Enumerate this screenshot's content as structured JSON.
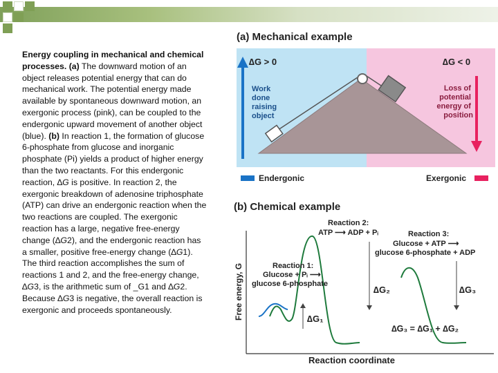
{
  "caption": {
    "heading": "Energy coupling in mechanical and chemical processes.",
    "part_a_label": "(a)",
    "part_a": " The downward motion of an object releases potential energy that can do mechanical work. The potential energy made available by spontaneous downward motion, an exergonic process (pink), can be coupled to the endergonic upward movement of another object (blue). ",
    "part_b_label": "(b)",
    "part_b_1": " In reaction 1, the formation of glucose 6-phosphate from glucose and inorganic phosphate (Pi) yields a product of higher energy than the two reactants. For this endergonic reaction, ",
    "dg1_sym": "∆",
    "dg1_var": "G",
    "part_b_2": " is positive. In reaction 2, the exergonic breakdown of adenosine triphosphate (ATP) can drive an endergonic reaction when the two reactions are coupled. The exergonic reaction has a large, negative free-energy change (",
    "dg2_sym": "∆",
    "dg2_var": "G",
    "dg2_sub": "2",
    "part_b_3": "), and the endergonic reaction has a smaller, positive free-energy change (",
    "dg3_sym": "∆",
    "dg3_var": "G",
    "dg3_sub": "1",
    "part_b_4": "). The third reaction accomplishes the sum of reactions 1 and 2, and the free-energy change, ",
    "dg4_sym": "∆",
    "dg4_var": "G",
    "dg4_sub": "3",
    "part_b_5": ", is the arithmetic sum of _G1 and ",
    "dg5_sym": "∆",
    "dg5_var": "G",
    "dg5_sub": "2",
    "part_b_6": ". Because ",
    "dg6_sym": "∆",
    "dg6_var": "G",
    "dg6_sub": "3",
    "part_b_7": " is negative, the overall reaction is exergonic and proceeds spontaneously."
  },
  "figure_a": {
    "title": "(a) Mechanical example",
    "dg_pos": "∆G > 0",
    "dg_neg": "∆G < 0",
    "work_text": [
      "Work",
      "done",
      "raising",
      "object"
    ],
    "loss_text": [
      "Loss of",
      "potential",
      "energy of",
      "position"
    ],
    "legend_endergonic": "Endergonic",
    "legend_exergonic": "Exergonic",
    "color_endergonic": "#1a73c6",
    "color_exergonic": "#e8215f",
    "color_blue_bg": "#bfe3f4",
    "color_pink_bg": "#f6c6df"
  },
  "figure_b": {
    "title": "(b) Chemical example",
    "y_axis": "Free energy, G",
    "x_axis": "Reaction coordinate",
    "r2_title": "Reaction 2:",
    "r2_eq": "ATP ⟶ ADP + Pᵢ",
    "r3_title": "Reaction 3:",
    "r3_eq1": "Glucose + ATP ⟶",
    "r3_eq2": "glucose 6-phosphate + ADP",
    "r1_title": "Reaction 1:",
    "r1_eq1": "Glucose + Pᵢ ⟶",
    "r1_eq2": "glucose 6-phosphate",
    "dg1": "∆G₁",
    "dg2": "∆G₂",
    "dg3": "∆G₃",
    "sum_eq": "∆G₃ = ∆G₁ + ∆G₂",
    "color_curve_green": "#1e7a3c",
    "color_curve_blue": "#1a73c6"
  }
}
